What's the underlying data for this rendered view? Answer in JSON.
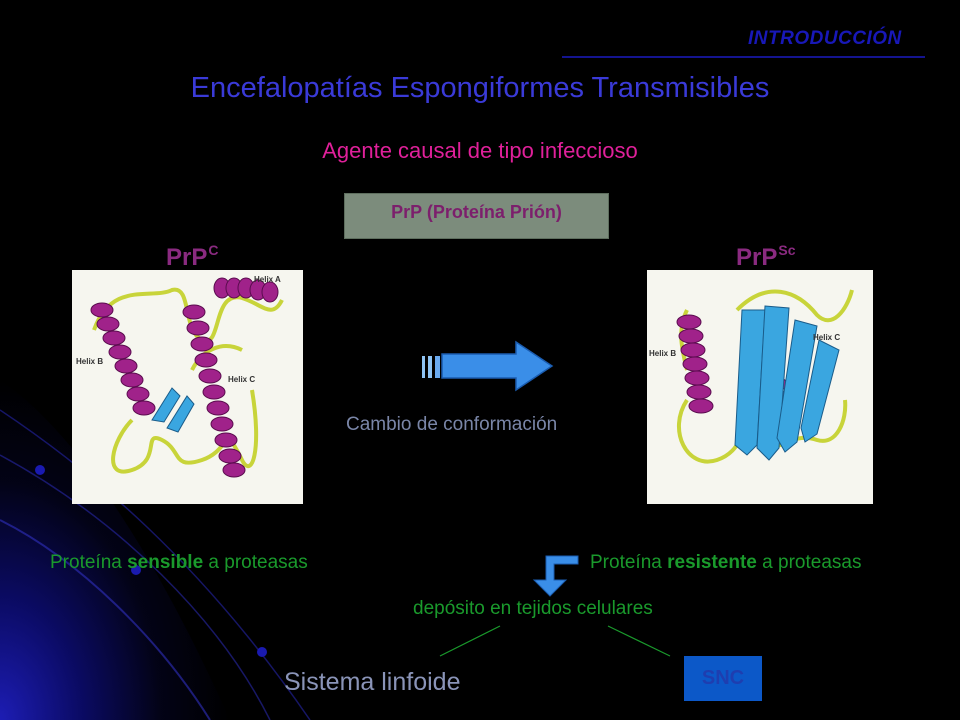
{
  "section_tag": "INTRODUCCIÓN",
  "title": "Encefalopatías Espongiformes Transmisibles",
  "subtitle": "Agente causal de tipo infeccioso",
  "prp_box": "PrP (Proteína Prión)",
  "prpc": {
    "base": "PrP",
    "sup": "C"
  },
  "prpsc": {
    "base": "PrP",
    "sup": "Sc"
  },
  "left_image": {
    "helix_a": "Helix A",
    "helix_b": "Helix B",
    "helix_c": "Helix C"
  },
  "right_image": {
    "helix_b": "Helix B",
    "helix_c": "Helix C"
  },
  "conformation_text": "Cambio de conformación",
  "left_protein": {
    "pre": "Proteína ",
    "bold": "sensible",
    "post": " a proteasas"
  },
  "right_protein": {
    "pre": "Proteína ",
    "bold": "resistente",
    "post": " a proteasas"
  },
  "deposit_text": "depósito en tejidos celulares",
  "lymph_text": "Sistema linfoide",
  "snc_text": "SNC",
  "colors": {
    "background": "#000000",
    "title": "#3a3ad8",
    "subtitle": "#e0209a",
    "green_text": "#1a9a2c",
    "helix": "#a0228a",
    "sheet": "#3aa6e0",
    "loop": "#c8d43a",
    "arrow": "#3a8ee8"
  }
}
